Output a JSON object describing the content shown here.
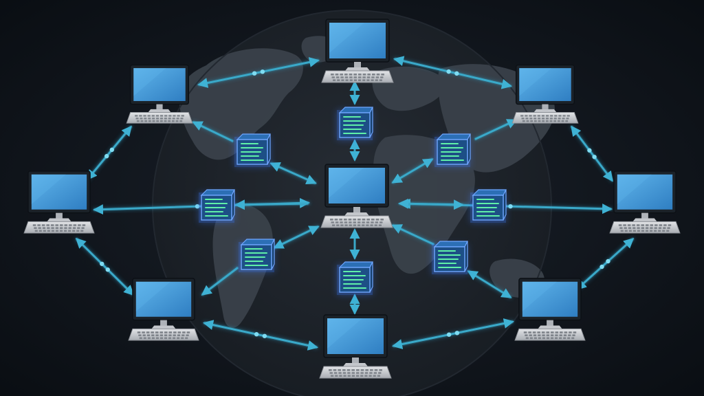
{
  "diagram": {
    "type": "peer-to-peer network over world map",
    "colors": {
      "background": "#0b1016",
      "globe": "#2a3038",
      "land": "#3c434c",
      "link": "#3aa9c9",
      "link_glow": "#2e8fb0",
      "node_dots": "#7fdcf2",
      "screen": "#3f92d2",
      "screen_hi": "#5fb4ea",
      "bezel": "#1b2229",
      "keyboard": "#c9ccd1",
      "block_face": "#1d4f86",
      "block_top": "#2c6fb5",
      "block_glow": "#3d7dff",
      "block_lines": "#5ff0a8"
    },
    "computers": [
      {
        "id": "pc-top"
      },
      {
        "id": "pc-top-left"
      },
      {
        "id": "pc-top-right"
      },
      {
        "id": "pc-left"
      },
      {
        "id": "pc-center"
      },
      {
        "id": "pc-right"
      },
      {
        "id": "pc-bottom-left"
      },
      {
        "id": "pc-bottom"
      },
      {
        "id": "pc-bottom-right"
      }
    ],
    "blocks": [
      {
        "id": "block-top"
      },
      {
        "id": "block-upper-left"
      },
      {
        "id": "block-upper-right"
      },
      {
        "id": "block-left"
      },
      {
        "id": "block-right"
      },
      {
        "id": "block-lower-left"
      },
      {
        "id": "block-lower-right"
      },
      {
        "id": "block-bottom"
      }
    ]
  }
}
